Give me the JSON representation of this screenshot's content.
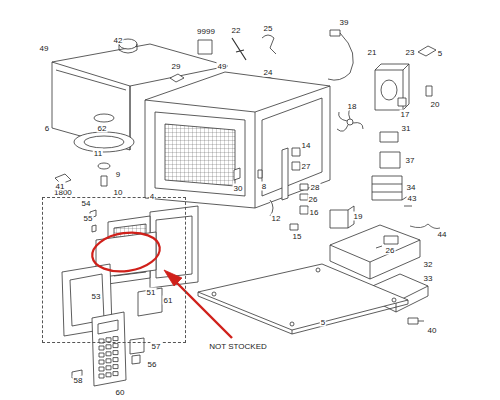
{
  "diagram": {
    "nodes": [
      {
        "text": [
          "1800"
        ]
      }
    ],
    "labels": [
      "42",
      "9999",
      "22",
      "25",
      "39",
      "21",
      "23",
      "5",
      "49",
      "29",
      "49",
      "24",
      "18",
      "17",
      "20",
      "31",
      "37",
      "34",
      "6",
      "62",
      "11",
      "9",
      "10",
      "14",
      "27",
      "30",
      "8",
      "28",
      "26",
      "12",
      "16",
      "15",
      "19",
      "43",
      "26",
      "44",
      "32",
      "33",
      "41",
      "54",
      "55",
      "4",
      "51",
      "53",
      "61",
      "57",
      "56",
      "58",
      "60",
      "40",
      "5",
      "NOT STOCKED"
    ]
  }
}
